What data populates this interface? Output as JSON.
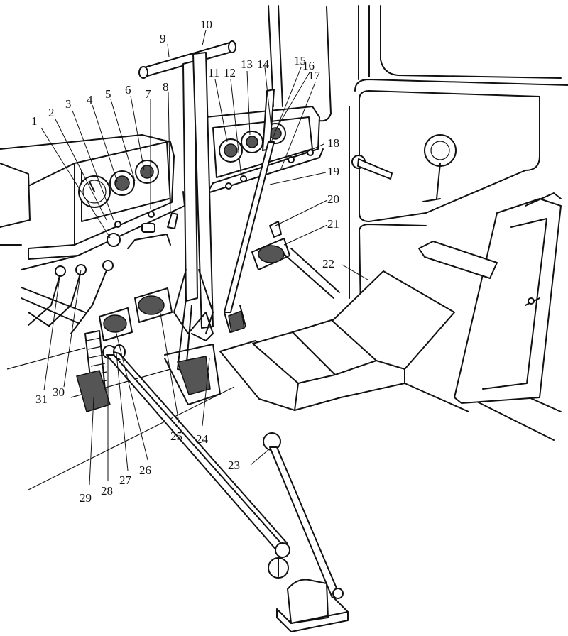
{
  "labels": [
    "1",
    "2",
    "3",
    "4",
    "5",
    "6",
    "7",
    "8",
    "9",
    "10",
    "11",
    "12",
    "13",
    "14",
    "15",
    "16",
    "17",
    "18",
    "19",
    "20",
    "21",
    "22",
    "23",
    "24",
    "25",
    "26",
    "27",
    "28",
    "29",
    "30",
    "31"
  ]
}
